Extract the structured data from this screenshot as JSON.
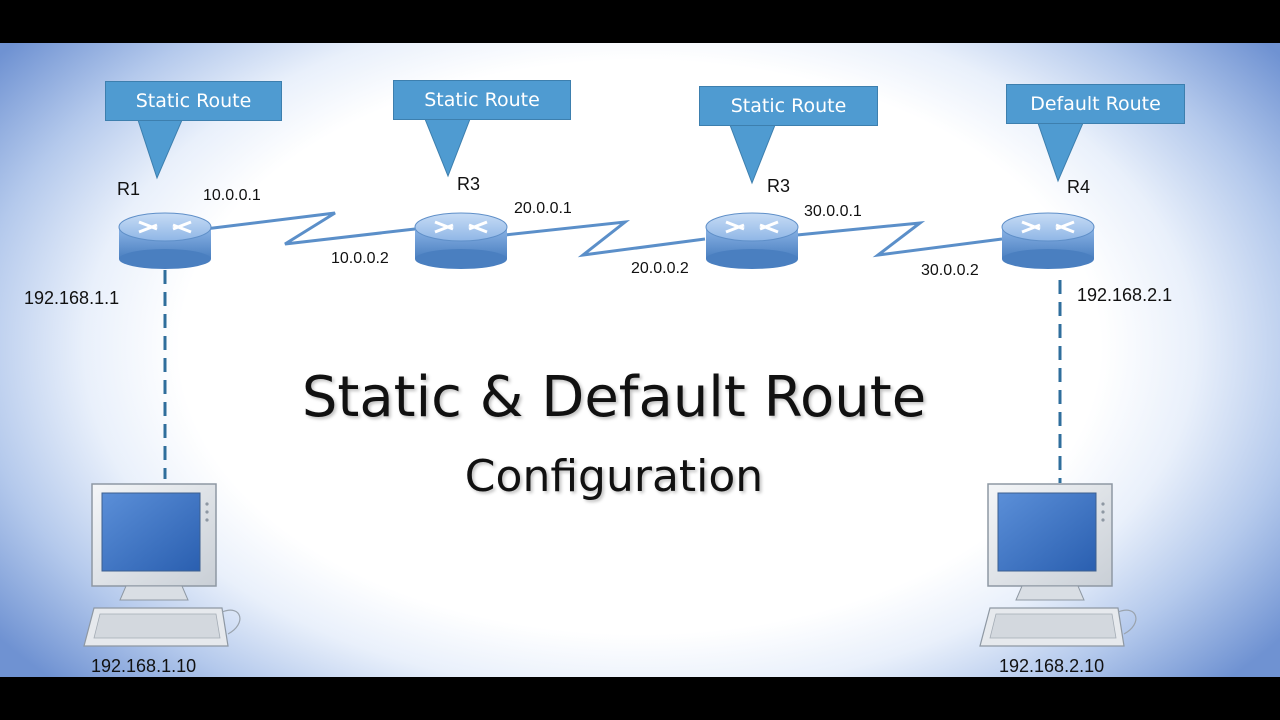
{
  "title": {
    "main": "Static & Default Route",
    "sub": "Configuration"
  },
  "callouts": [
    {
      "id": "r1",
      "label": "Static Route"
    },
    {
      "id": "r2",
      "label": "Static Route"
    },
    {
      "id": "r3",
      "label": "Static Route"
    },
    {
      "id": "r4",
      "label": "Default Route"
    }
  ],
  "routers": [
    {
      "name": "R1"
    },
    {
      "name": "R3"
    },
    {
      "name": "R3"
    },
    {
      "name": "R4"
    }
  ],
  "links": [
    {
      "left_ip": "10.0.0.1",
      "right_ip": "10.0.0.2"
    },
    {
      "left_ip": "20.0.0.1",
      "right_ip": "20.0.0.2"
    },
    {
      "left_ip": "30.0.0.1",
      "right_ip": "30.0.0.2"
    }
  ],
  "lans": {
    "left": {
      "gateway_ip": "192.168.1.1",
      "host_ip": "192.168.1.10"
    },
    "right": {
      "gateway_ip": "192.168.2.1",
      "host_ip": "192.168.2.10"
    }
  },
  "colors": {
    "callout_fill": "#4f9bd1",
    "router_body": "#6f9fd8",
    "link": "#5b8fc9",
    "lan_link": "#2f6e9c"
  },
  "icons": {
    "router": "router-icon",
    "computer": "desktop-computer-icon"
  }
}
